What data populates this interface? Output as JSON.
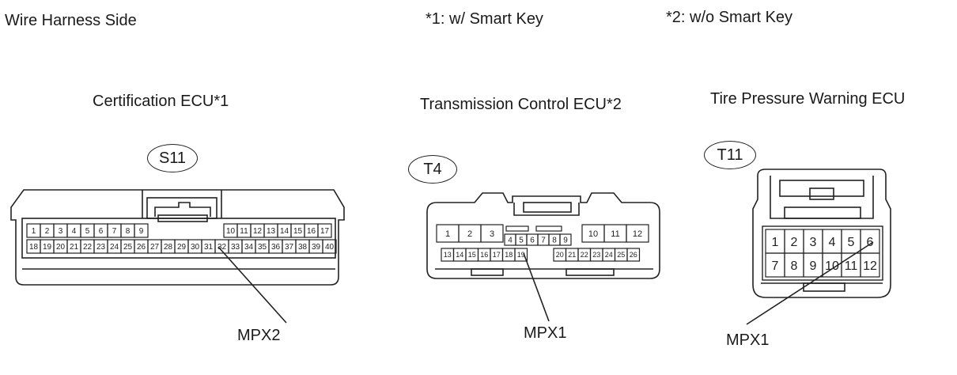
{
  "header": {
    "side": "Wire Harness Side",
    "note1": "*1: w/ Smart Key",
    "note2": "*2: w/o Smart Key"
  },
  "connectors": [
    {
      "title": "Certification  ECU*1",
      "code": "S11",
      "signal": "MPX2",
      "pins_row1": [
        "1",
        "2",
        "3",
        "4",
        "5",
        "6",
        "7",
        "8",
        "9",
        "10",
        "11",
        "12",
        "13",
        "14",
        "15",
        "16",
        "17"
      ],
      "pins_row2": [
        "18",
        "19",
        "20",
        "21",
        "22",
        "23",
        "24",
        "25",
        "26",
        "27",
        "28",
        "29",
        "30",
        "31",
        "32",
        "33",
        "34",
        "35",
        "36",
        "37",
        "38",
        "39",
        "40"
      ],
      "target_pin": "32"
    },
    {
      "title": "Transmission Control ECU*2",
      "code": "T4",
      "signal": "MPX1",
      "pins_top": [
        "1",
        "2",
        "3",
        "10",
        "11",
        "12"
      ],
      "pins_mid": [
        "4",
        "5",
        "6",
        "7",
        "8",
        "9"
      ],
      "pins_bot": [
        "13",
        "14",
        "15",
        "16",
        "17",
        "18",
        "19",
        "20",
        "21",
        "22",
        "23",
        "24",
        "25",
        "26"
      ],
      "target_pin": "19"
    },
    {
      "title": "Tire Pressure Warning ECU",
      "code": "T11",
      "signal": "MPX1",
      "pins_row1": [
        "1",
        "2",
        "3",
        "4",
        "5",
        "6"
      ],
      "pins_row2": [
        "7",
        "8",
        "9",
        "10",
        "11",
        "12"
      ],
      "target_pin": "6"
    }
  ]
}
